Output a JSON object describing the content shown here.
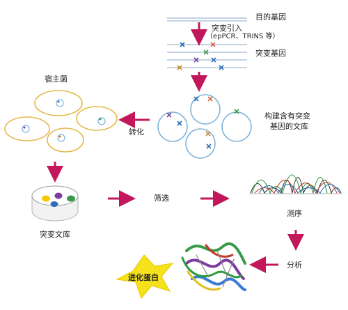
{
  "labels": {
    "target_gene": "目的基因",
    "mutation_intro": "突变引入",
    "methods": "（epPCR、TRINS 等）",
    "mutant_genes": "突变基因",
    "host_bacteria": "宿主菌",
    "build_library_line1": "构建含有突变",
    "build_library_line2": "基因的文库",
    "transform": "转化",
    "mutant_library": "突变文库",
    "screen": "筛选",
    "sequencing": "测序",
    "analysis": "分析",
    "evolved_protein": "进化蛋白"
  },
  "colors": {
    "arrow": "#c2185b",
    "host_cell": "#e6b84a",
    "plasmid": "#7fb3d9",
    "mark_blue": "#2a6fb5",
    "mark_red": "#e0603b",
    "mark_green": "#3a9a4a",
    "mark_purple": "#7b3ea0",
    "mark_orange": "#c98a2a",
    "star": "#f5e21a"
  }
}
